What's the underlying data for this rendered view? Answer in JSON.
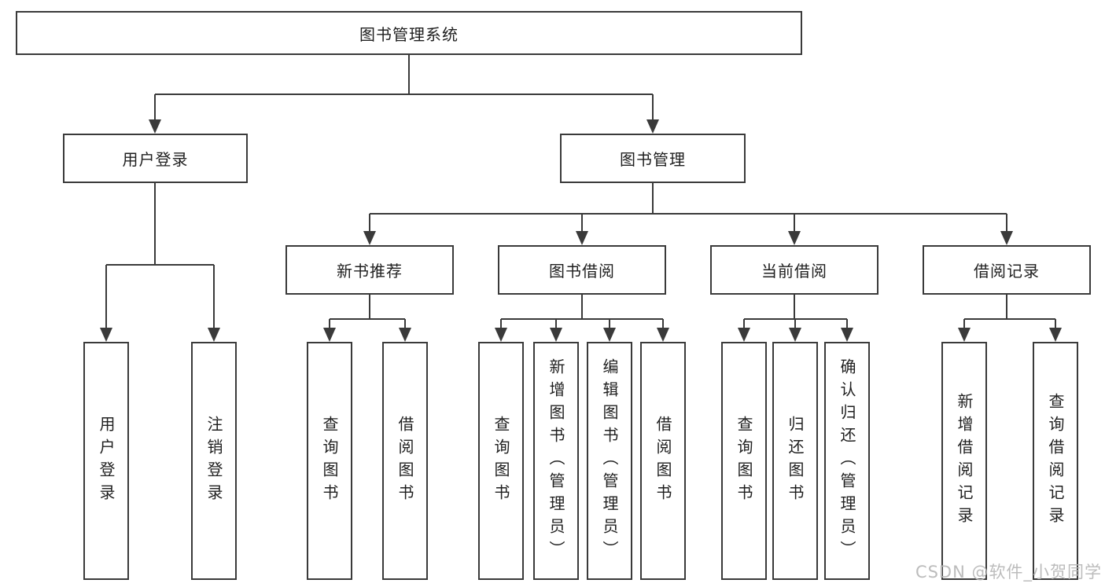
{
  "diagram": {
    "root": {
      "label": "图书管理系统",
      "children": [
        {
          "label": "用户登录",
          "children": [
            {
              "label": "用户登录"
            },
            {
              "label": "注销登录"
            }
          ]
        },
        {
          "label": "图书管理",
          "children": [
            {
              "label": "新书推荐",
              "children": [
                {
                  "label": "查询图书"
                },
                {
                  "label": "借阅图书"
                }
              ]
            },
            {
              "label": "图书借阅",
              "children": [
                {
                  "label": "查询图书"
                },
                {
                  "label": "新增图书（管理员）"
                },
                {
                  "label": "编辑图书（管理员）"
                },
                {
                  "label": "借阅图书"
                }
              ]
            },
            {
              "label": "当前借阅",
              "children": [
                {
                  "label": "查询图书"
                },
                {
                  "label": "归还图书"
                },
                {
                  "label": "确认归还（管理员）"
                }
              ]
            },
            {
              "label": "借阅记录",
              "children": [
                {
                  "label": "新增借阅记录"
                },
                {
                  "label": "查询借阅记录"
                }
              ]
            }
          ]
        }
      ]
    }
  },
  "watermark": {
    "text": "CSDN @软件_小贺同学"
  },
  "colors": {
    "line": "#3a3a3a",
    "box_border": "#3a3a3a",
    "text": "#1f1f1f",
    "watermark": "#b8b8b8",
    "background": "#ffffff"
  }
}
